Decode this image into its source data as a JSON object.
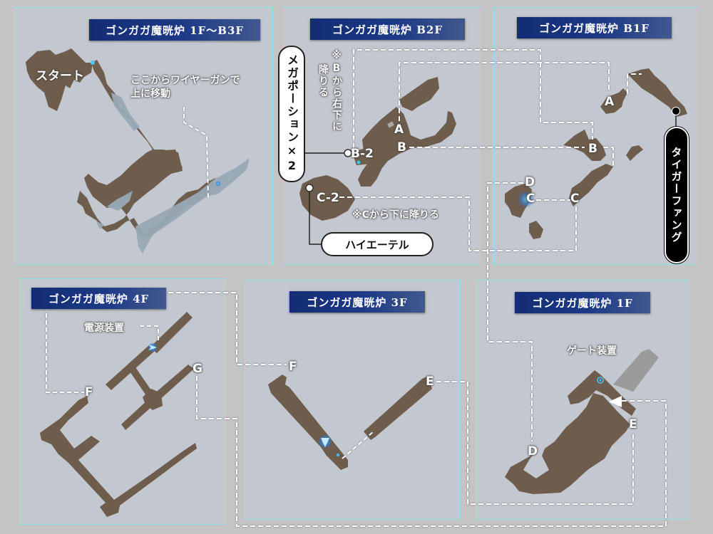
{
  "panels": [
    {
      "id": "p1",
      "title": "ゴンガガ魔晄炉 1F〜B3F",
      "labels": {
        "start": "スタート",
        "wire1": "ここからワイヤーガンで",
        "wire2": "上に移動"
      }
    },
    {
      "id": "p2",
      "title": "ゴンガガ魔晄炉 B2F",
      "labels": {
        "note_b_line1": "※Bから右下に",
        "note_b_line2": "降りる",
        "note_c": "※Cから下に降りる",
        "a": "A",
        "b": "B",
        "b2": "B-2",
        "c2": "C-2"
      }
    },
    {
      "id": "p3",
      "title": "ゴンガガ魔晄炉 B1F",
      "labels": {
        "a": "A",
        "b": "B",
        "c_left": "C",
        "c_right": "C",
        "d": "D"
      }
    },
    {
      "id": "p4",
      "title": "ゴンガガ魔晄炉 4F",
      "labels": {
        "power": "電源装置",
        "f": "F",
        "g": "G"
      }
    },
    {
      "id": "p5",
      "title": "ゴンガガ魔晄炉 3F",
      "labels": {
        "f": "F",
        "e": "E"
      }
    },
    {
      "id": "p6",
      "title": "ゴンガガ魔晄炉 1F",
      "labels": {
        "gate": "ゲート装置",
        "d": "D",
        "e": "E"
      }
    }
  ],
  "callouts": {
    "mega_potion": "メガポーション×2",
    "hi_ether": "ハイエーテル",
    "tiger_fang": "タイガーファング"
  },
  "colors": {
    "background": "#c4c4c4",
    "panel": "#c3c7cf",
    "panel_border": "#8fe3e6",
    "floor": "#6e5d4c",
    "water": "#98a9b5",
    "title_start": "#132c74",
    "title_end": "#41588e",
    "route_line": "#ffffff",
    "marker_cyan": "#3cc7f0"
  }
}
